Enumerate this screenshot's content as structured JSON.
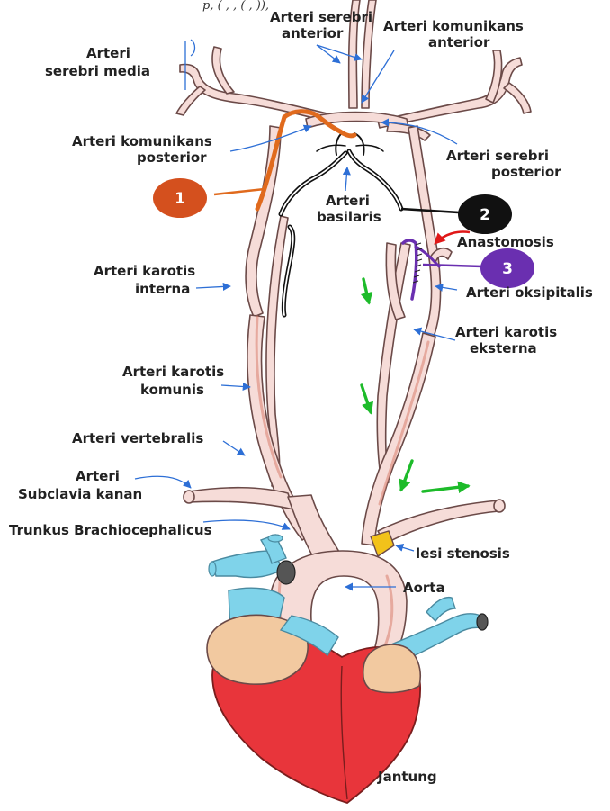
{
  "top_caption": "p, (  ,  ,   (  ,  )),",
  "labels": {
    "acp": [
      "Arteri serebri",
      "anterior"
    ],
    "acom": [
      "Arteri komunikans",
      "anterior"
    ],
    "mca": [
      "Arteri",
      "serebri media"
    ],
    "pcom": [
      "Arteri komunikans",
      "posterior"
    ],
    "pca": [
      "Arteri serebri",
      "posterior"
    ],
    "basilar": [
      "Arteri",
      "basilaris"
    ],
    "anastomosis": [
      "Anastomosis"
    ],
    "occipital": [
      "Arteri oksipitalis"
    ],
    "ica": [
      "Arteri karotis",
      "interna"
    ],
    "eca": [
      "Arteri karotis",
      "eksterna"
    ],
    "cca": [
      "Arteri karotis",
      "komunis"
    ],
    "vertebral": [
      "Arteri vertebralis"
    ],
    "subclavian": [
      "Arteri",
      "Subclavia kanan"
    ],
    "brachio": [
      "Trunkus Brachiocephalicus"
    ],
    "stenosis": [
      "lesi stenosis"
    ],
    "aorta": [
      "Aorta"
    ],
    "heart": [
      "Jantung"
    ]
  },
  "badges": [
    {
      "number": "1",
      "color": "#d4501e"
    },
    {
      "number": "2",
      "color": "#111111"
    },
    {
      "number": "3",
      "color": "#6a2fb0"
    }
  ],
  "colors": {
    "artery_fill": "#f6dcd8",
    "artery_stroke": "#6b4a48",
    "artery_shade": "#d9806f",
    "vein_fill": "#7fd3ea",
    "atrium_fill": "#f2c9a0",
    "ventricle_fill": "#e8353b",
    "stenosis_fill": "#f2c21a",
    "pointer_blue": "#2d6fd6",
    "flow_green": "#1dbb2a",
    "anastomosis_red": "#e01818",
    "path1_orange": "#e06a1d",
    "path2_black": "#111111",
    "path3_purple": "#6a2fb0"
  },
  "icons": {
    "heart": "heart-icon",
    "flow_arrows": "green-arrow-icon"
  }
}
